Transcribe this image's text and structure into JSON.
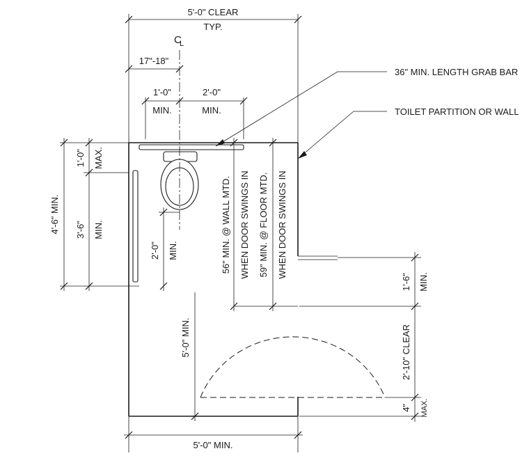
{
  "labels": {
    "clear_width": "5'-0\" CLEAR",
    "typ": "TYP.",
    "centerline_symbol": "C",
    "centerline_subscript": "L",
    "centerline_range": "17\"-18\"",
    "one_foot": "1'-0\"",
    "two_foot": "2'-0\"",
    "min": "MIN.",
    "max": "MAX.",
    "grab_bar_note": "36\" MIN. LENGTH GRAB BAR",
    "partition_note": "TOILET PARTITION OR WALL",
    "one_foot_max_left": "1'-0\"",
    "overall_depth": "4'-6\" MIN.",
    "three_six": "3'-6\"",
    "two_foot_vertical": "2'-0\"",
    "wall_mounted_depth": "56\" MIN. @ WALL MTD.",
    "wall_mounted_condition": "WHEN DOOR SWINGS IN",
    "floor_mounted_depth": "59\" MIN. @ FLOOR MTD.",
    "floor_mounted_condition": "WHEN DOOR SWINGS IN",
    "door_offset": "1'-6\"",
    "door_clear": "2'-10\" CLEAR",
    "four_inch": "4\"",
    "five_foot_vertical": "5'-0\" MIN.",
    "bottom_width": "5'-0\" MIN."
  }
}
